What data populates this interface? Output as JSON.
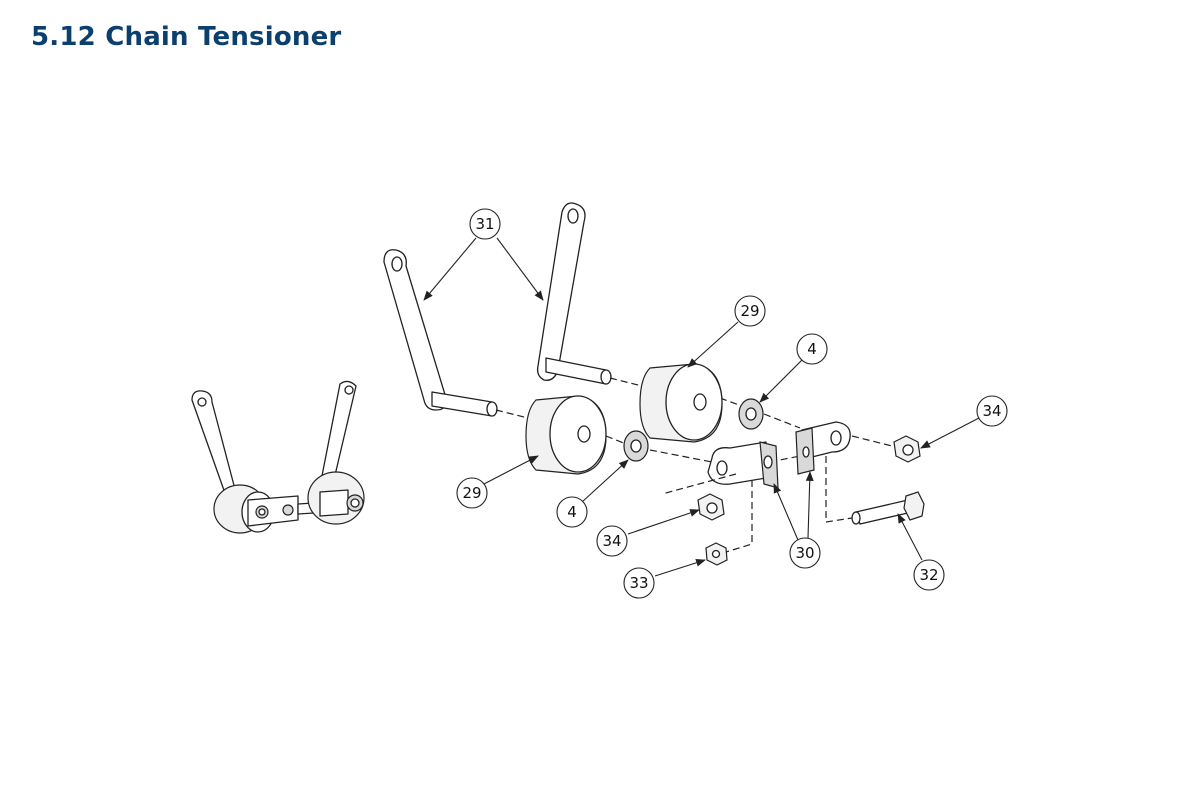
{
  "page": {
    "title": "5.12 Chain Tensioner",
    "title_color": "#0b3f6e"
  },
  "callouts": {
    "c31": "31",
    "c29_upper": "29",
    "c29_lower": "29",
    "c4_upper": "4",
    "c4_lower": "4",
    "c34_right": "34",
    "c34_lower": "34",
    "c30": "30",
    "c33": "33",
    "c32": "32"
  }
}
